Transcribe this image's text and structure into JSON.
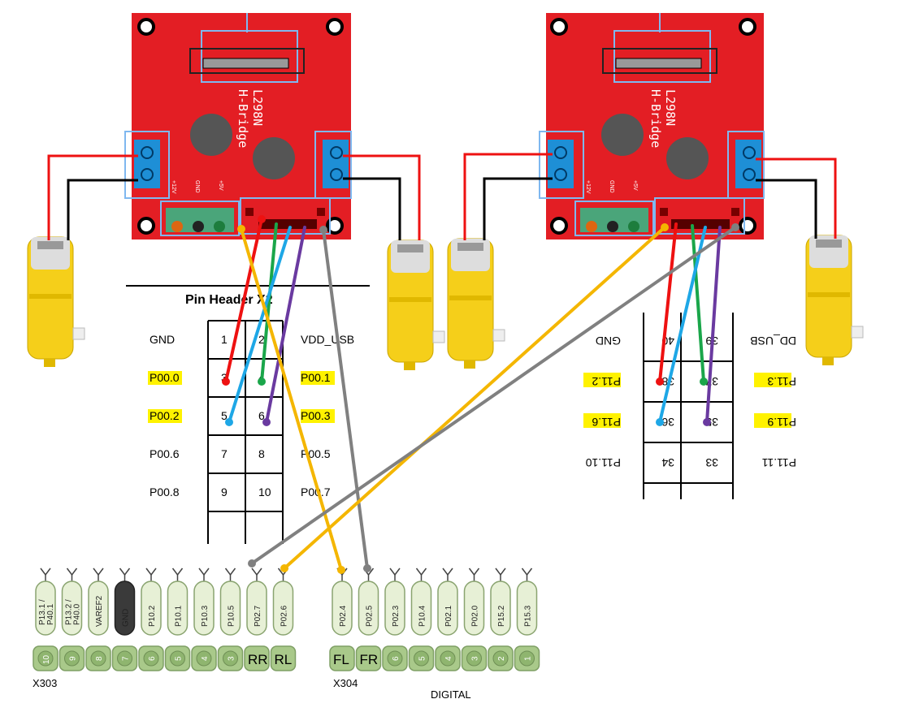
{
  "boards": {
    "left": {
      "chip": "L298N",
      "name": "H-Bridge",
      "v12": "+12V",
      "gnd": "GND",
      "v5": "+5V"
    },
    "right": {
      "chip": "L298N",
      "name": "H-Bridge",
      "v12": "+12V",
      "gnd": "GND",
      "v5": "+5V"
    }
  },
  "pin_header_x2": {
    "title": "Pin Header X2",
    "rows": [
      {
        "left": "GND",
        "a": "1",
        "b": "2",
        "right": "VDD_USB",
        "hl": false
      },
      {
        "left": "P00.0",
        "a": "3",
        "b": "4",
        "right": "P00.1",
        "hl": true
      },
      {
        "left": "P00.2",
        "a": "5",
        "b": "6",
        "right": "P00.3",
        "hl": true
      },
      {
        "left": "P00.6",
        "a": "7",
        "b": "8",
        "right": "P00.5",
        "hl": false
      },
      {
        "left": "P00.8",
        "a": "9",
        "b": "10",
        "right": "P00.7",
        "hl": false
      }
    ]
  },
  "mirrored_header": {
    "rows": [
      {
        "left": "GND",
        "a": "40",
        "b": "39",
        "right": "DD_USB",
        "hl": false
      },
      {
        "left": "P11.2",
        "a": "38",
        "b": "37",
        "right": "P11.3",
        "hl": true
      },
      {
        "left": "P11.6",
        "a": "36",
        "b": "35",
        "right": "P11.9",
        "hl": true
      },
      {
        "left": "P11.10",
        "a": "34",
        "b": "33",
        "right": "P11.11",
        "hl": false
      }
    ]
  },
  "x303": {
    "label": "X303",
    "pins": [
      {
        "name": "P13.1 / P40.1",
        "num": "10"
      },
      {
        "name": "P13.2 / P40.0",
        "num": "9"
      },
      {
        "name": "VAREF2",
        "num": "8"
      },
      {
        "name": "GND",
        "num": "7"
      },
      {
        "name": "P10.2",
        "num": "6"
      },
      {
        "name": "P10.1",
        "num": "5"
      },
      {
        "name": "P10.3",
        "num": "4"
      },
      {
        "name": "P10.5",
        "num": "3"
      },
      {
        "name": "P02.7",
        "num": "RR"
      },
      {
        "name": "P02.6",
        "num": "RL"
      }
    ]
  },
  "x304": {
    "label": "X304",
    "caption": "DIGITAL",
    "pins": [
      {
        "name": "P02.4",
        "num": "FL"
      },
      {
        "name": "P02.5",
        "num": "FR"
      },
      {
        "name": "P02.3",
        "num": "6"
      },
      {
        "name": "P10.4",
        "num": "5"
      },
      {
        "name": "P02.1",
        "num": "4"
      },
      {
        "name": "P02.0",
        "num": "3"
      },
      {
        "name": "P15.2",
        "num": "2"
      },
      {
        "name": "P15.3",
        "num": "1"
      }
    ]
  },
  "colors": {
    "board": "#e31e24",
    "terminal": "#1e8fd6",
    "motor": "#f5cf1a",
    "highlight": "#fff200",
    "wire_red": "#ee1111",
    "wire_green": "#1aa64a",
    "wire_blue": "#1ea7e6",
    "wire_purple": "#6a3aa0",
    "wire_gold": "#f4b600",
    "wire_gray": "#808080",
    "pin_fill": "#e7f0d6",
    "pin_stroke": "#8aa470"
  }
}
